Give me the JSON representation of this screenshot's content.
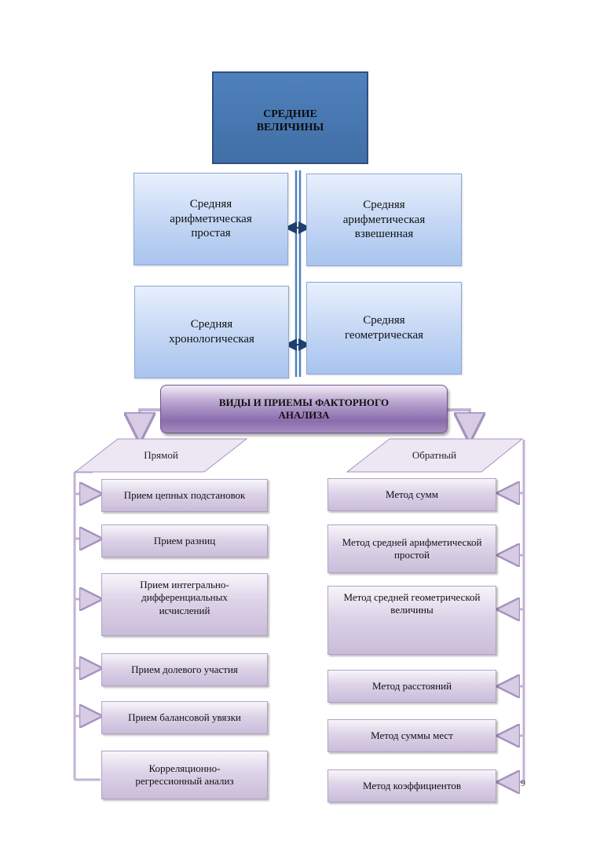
{
  "top_section": {
    "title": "СРЕДНИЕ ВЕЛИЧИНЫ",
    "boxes": [
      "Средняя арифметическая простая",
      "Средняя арифметическая взвешенная",
      "Средняя хронологическая",
      "Средняя геометрическая"
    ]
  },
  "factor_section": {
    "title": "ВИДЫ И ПРИЕМЫ ФАКТОРНОГО АНАЛИЗА",
    "direct_label": "Прямой",
    "reverse_label": "Обратный",
    "direct_methods": [
      "Прием цепных подстановок",
      "Прием разниц",
      "Прием интегрально-дифференциальных исчислений",
      "Прием долевого участия",
      "Прием балансовой увязки",
      "Корреляционно-регрессионный анализ"
    ],
    "reverse_methods": [
      "Метод сумм",
      "Метод средней арифметической простой",
      "Метод средней геометрической величины",
      "Метод расстояний",
      "Метод суммы мест",
      "Метод коэффициентов"
    ]
  },
  "page_number": "9",
  "colors": {
    "title_fill": "#4f81bd",
    "blue_box_fill": "#c3d6f4",
    "purple_header_fill": "#8a6cac",
    "method_fill": "#ddd3e8",
    "connector": "#c2b3d6",
    "axis_line": "#4f81bd"
  }
}
